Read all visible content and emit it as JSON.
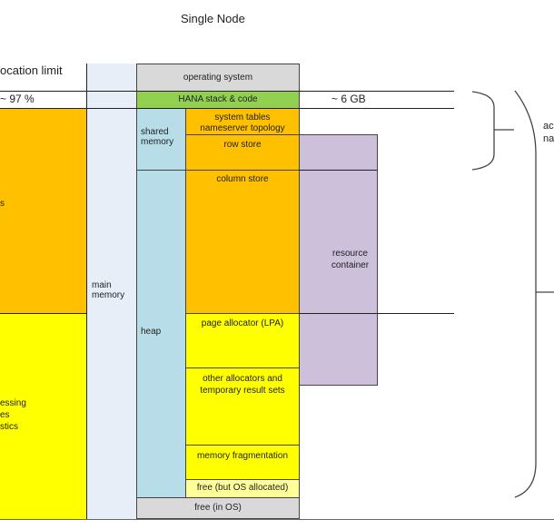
{
  "title": "Single Node",
  "left": {
    "limit_label": "ocation limit",
    "percent": "~ 97 %",
    "upper_text": "s",
    "lower_text": [
      "essing",
      "es",
      "stics"
    ]
  },
  "main_memory": "main memory",
  "blocks": {
    "os": "operating system",
    "hana": "HANA stack & code",
    "shared": "shared memory",
    "heap": "heap",
    "system_tables": "system tables nameserver topology",
    "row_store": "row store",
    "column_store": "column store",
    "page_allocator": "page allocator (LPA)",
    "other_allocators": "other allocators and temporary result sets",
    "fragmentation": "memory fragmentation",
    "free_os_alloc": "free (but OS allocated)",
    "free_os": "free (in OS)",
    "resource_container": "resource container"
  },
  "hana_size": "~ 6 GB",
  "right_text": [
    "ac",
    "na"
  ],
  "colors": {
    "orange": "#ffc000",
    "yellow": "#ffff00",
    "green": "#92d050",
    "blue": "#b7dde8",
    "grey": "#d9d9d9",
    "purple": "#ccc0da",
    "lightyellow": "#ffff99",
    "mainmem": "#e8eef8"
  }
}
